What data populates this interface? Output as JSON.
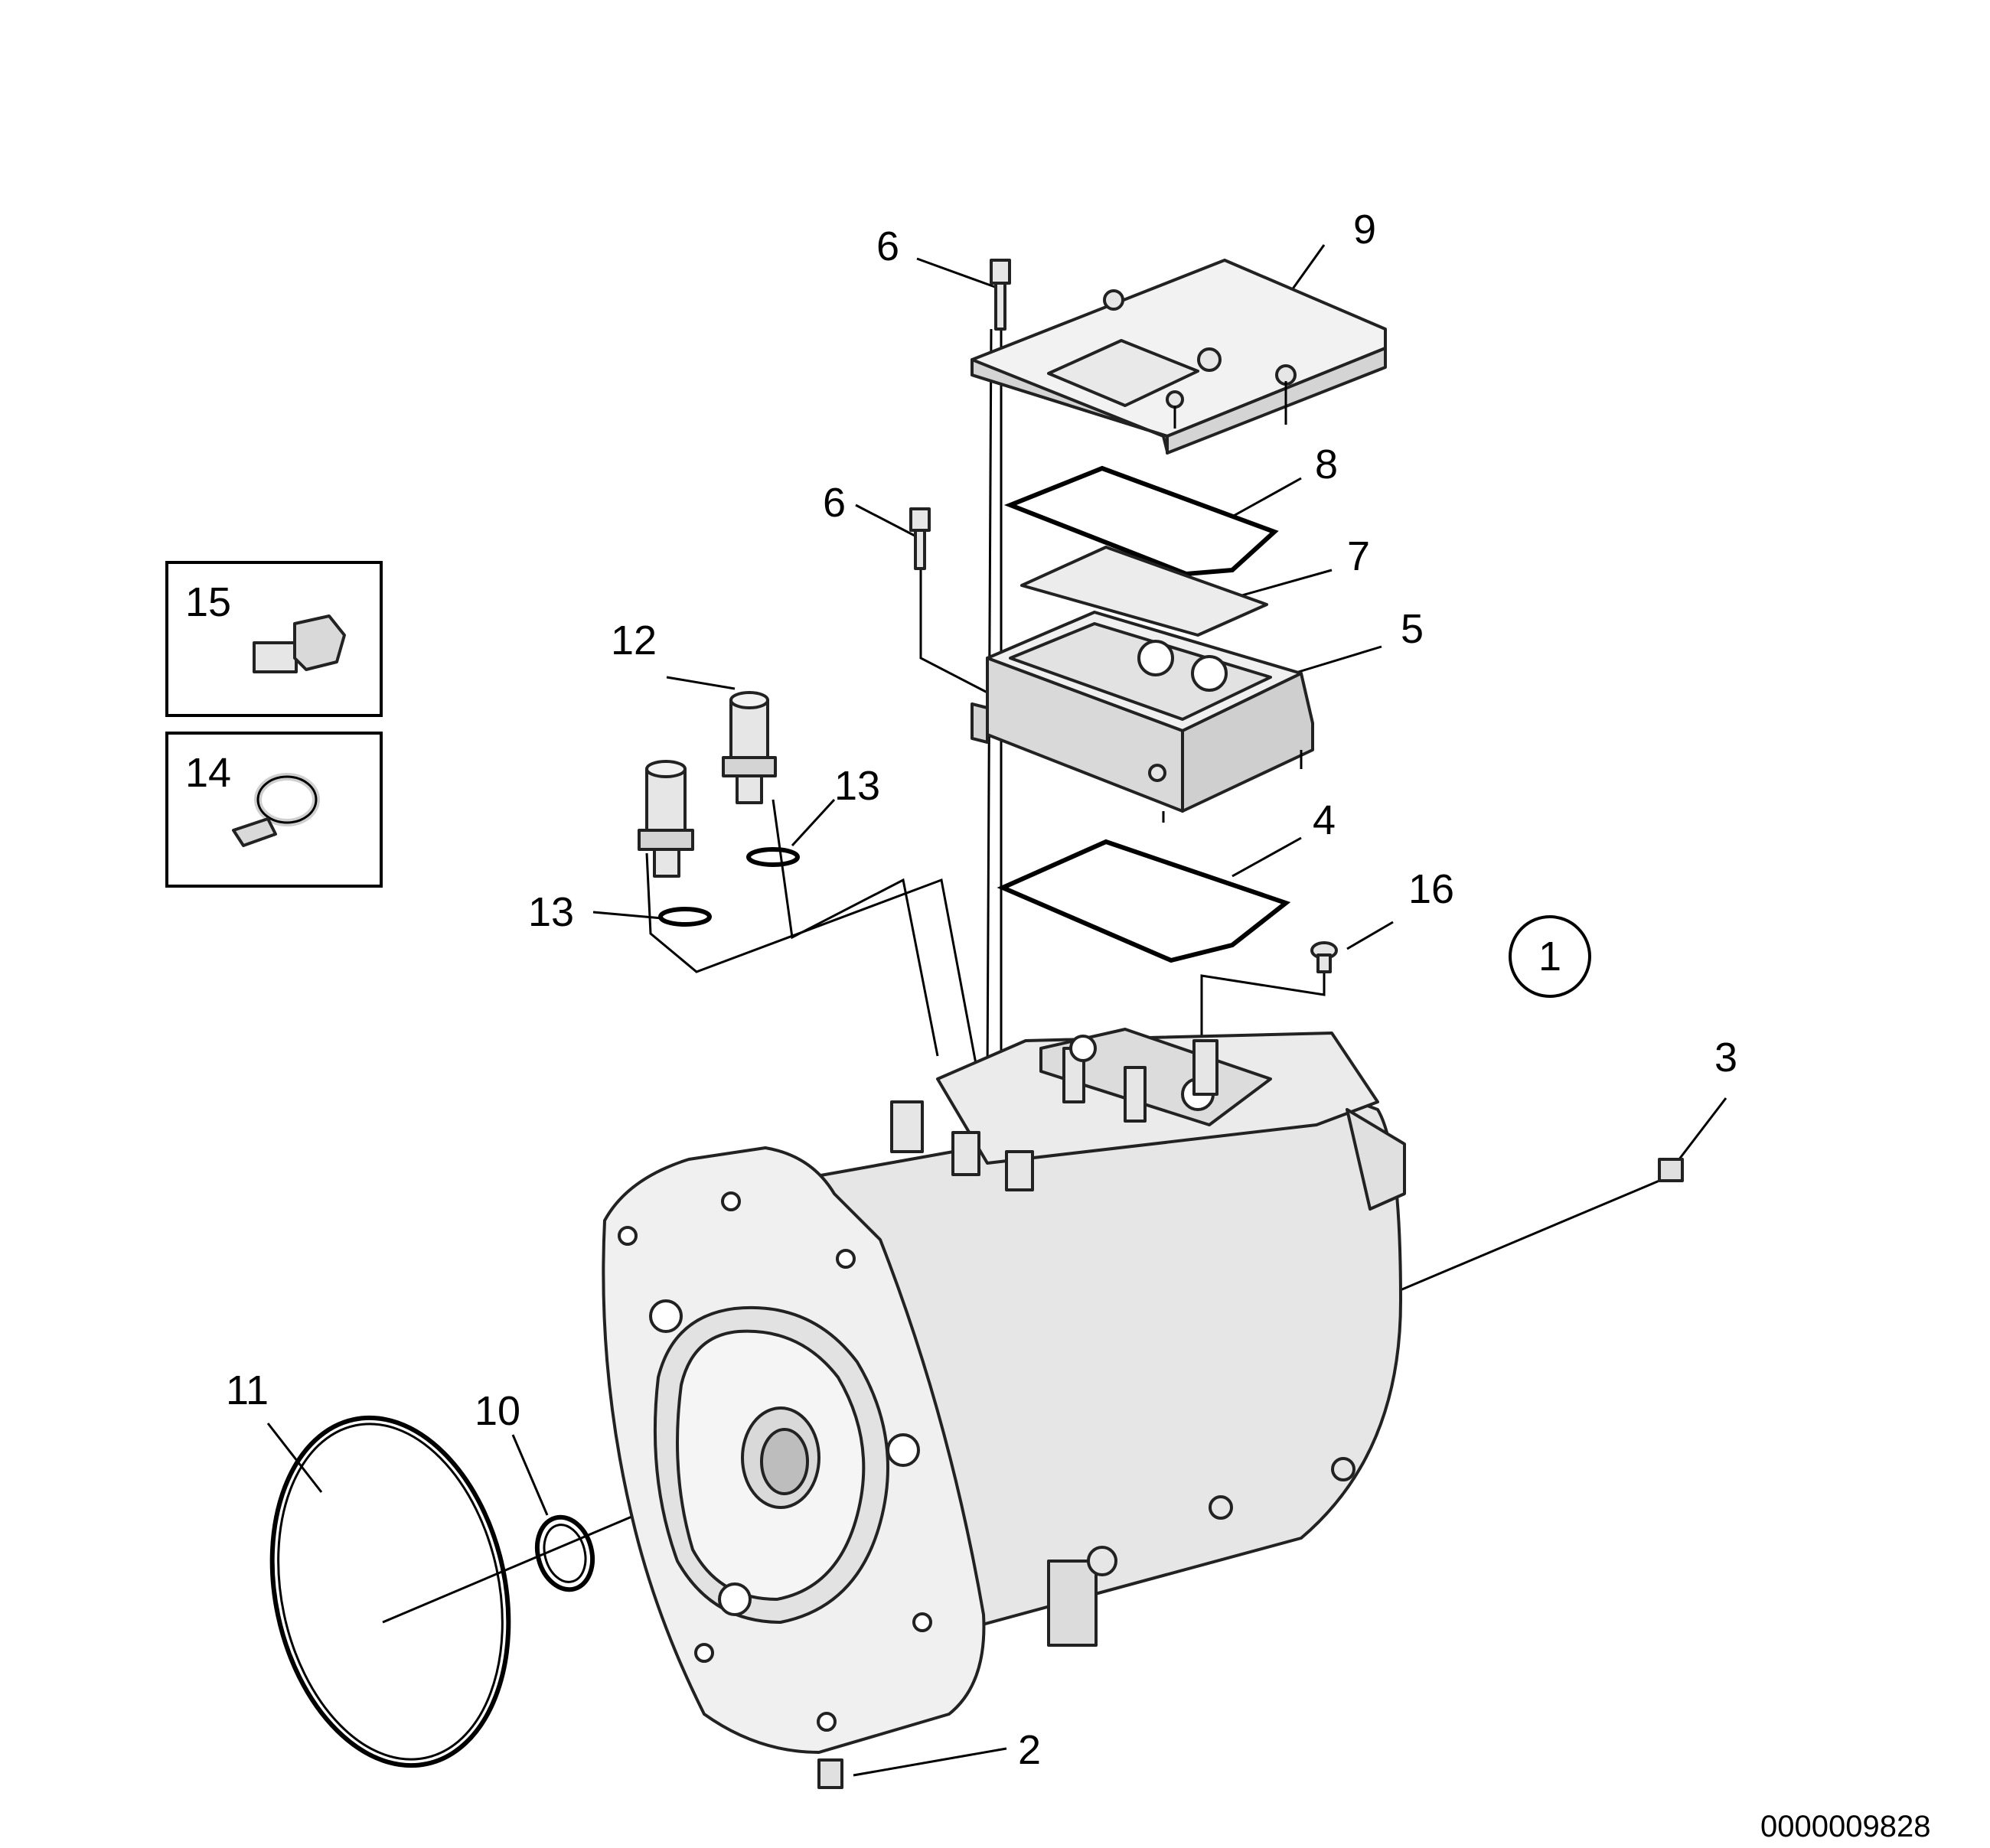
{
  "callouts": {
    "c1": "1",
    "c2": "2",
    "c3": "3",
    "c4": "4",
    "c5": "5",
    "c6a": "6",
    "c6b": "6",
    "c7": "7",
    "c8": "8",
    "c9": "9",
    "c10": "10",
    "c11": "11",
    "c12": "12",
    "c13a": "13",
    "c13b": "13",
    "c14": "14",
    "c15": "15",
    "c16": "16"
  },
  "document_number": "0000009828",
  "colors": {
    "line": "#000000",
    "body_fill": "#e6e6e6",
    "face_fill": "#f2f2f2",
    "shade_fill": "#d4d4d4"
  }
}
